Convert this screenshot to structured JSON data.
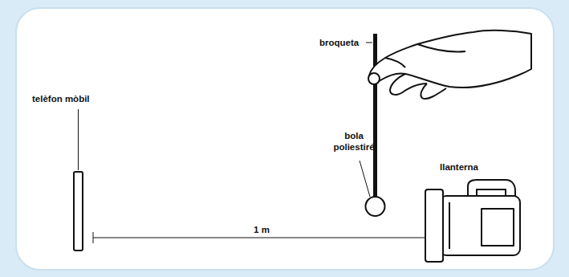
{
  "diagram": {
    "labels": [
      "broqueta",
      "telèfon mòbil",
      "bola poliestiré",
      "llanterna",
      "1 m"
    ]
  }
}
